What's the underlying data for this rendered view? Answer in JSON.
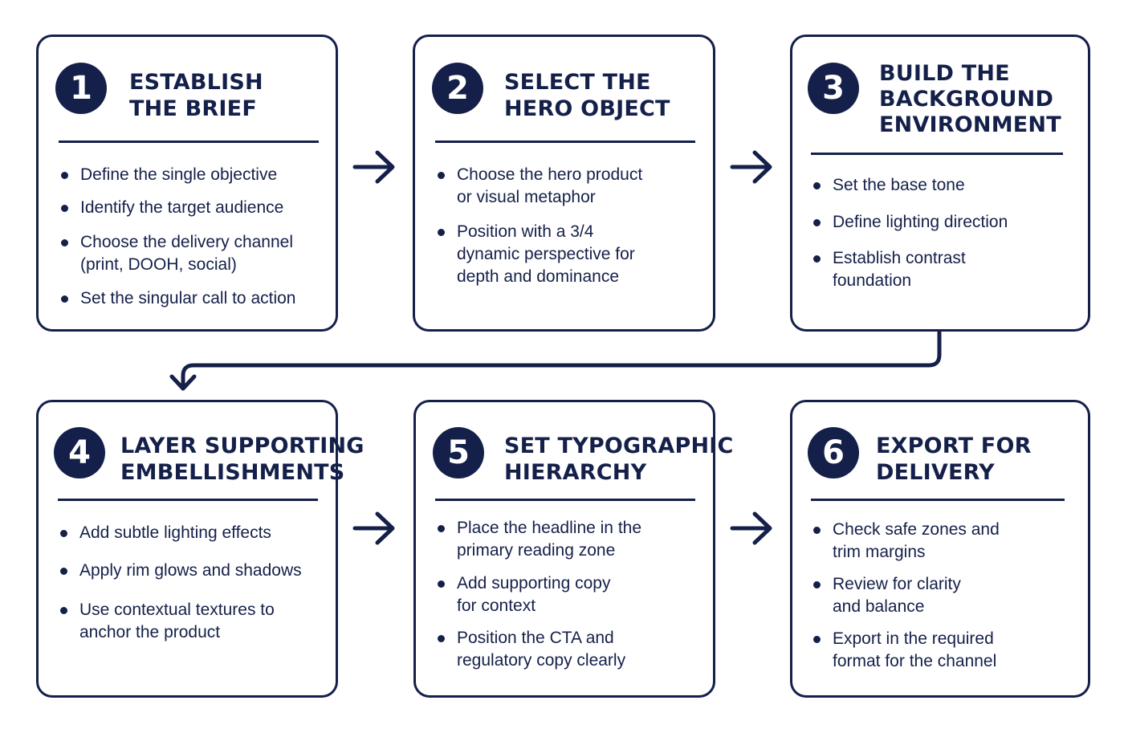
{
  "steps": [
    {
      "number": "1",
      "title": [
        "ESTABLISH",
        "THE BRIEF"
      ],
      "bullets": [
        [
          "Define the single objective"
        ],
        [
          "Identify the target audience"
        ],
        [
          "Choose the delivery channel",
          "(print, DOOH, social)"
        ],
        [
          "Set the singular call to action"
        ]
      ]
    },
    {
      "number": "2",
      "title": [
        "SELECT THE",
        "HERO OBJECT"
      ],
      "bullets": [
        [
          "Choose the hero product",
          "or visual metaphor"
        ],
        [
          "Position with a 3/4",
          "dynamic perspective for",
          "depth and dominance"
        ]
      ]
    },
    {
      "number": "3",
      "title": [
        "BUILD THE",
        "BACKGROUND",
        "ENVIRONMENT"
      ],
      "bullets": [
        [
          "Set the base tone"
        ],
        [
          "Define lighting direction"
        ],
        [
          "Establish contrast",
          "foundation"
        ]
      ]
    },
    {
      "number": "4",
      "title": [
        "LAYER SUPPORTING",
        "EMBELLISHMENTS"
      ],
      "bullets": [
        [
          "Add subtle lighting effects"
        ],
        [
          "Apply rim glows and shadows"
        ],
        [
          "Use contextual textures to",
          "anchor the product"
        ]
      ]
    },
    {
      "number": "5",
      "title": [
        "SET TYPOGRAPHIC",
        "HIERARCHY"
      ],
      "bullets": [
        [
          "Place the headline in the",
          "primary reading zone"
        ],
        [
          "Add supporting copy",
          "for context"
        ],
        [
          "Position the CTA and",
          "regulatory copy clearly"
        ]
      ]
    },
    {
      "number": "6",
      "title": [
        "EXPORT FOR",
        "DELIVERY"
      ],
      "bullets": [
        [
          "Check safe zones and",
          "trim margins"
        ],
        [
          "Review for clarity",
          "and balance"
        ],
        [
          "Export in the required",
          "format for the channel"
        ]
      ]
    }
  ],
  "colors": {
    "navy": "#15204a",
    "background": "#ffffff"
  }
}
